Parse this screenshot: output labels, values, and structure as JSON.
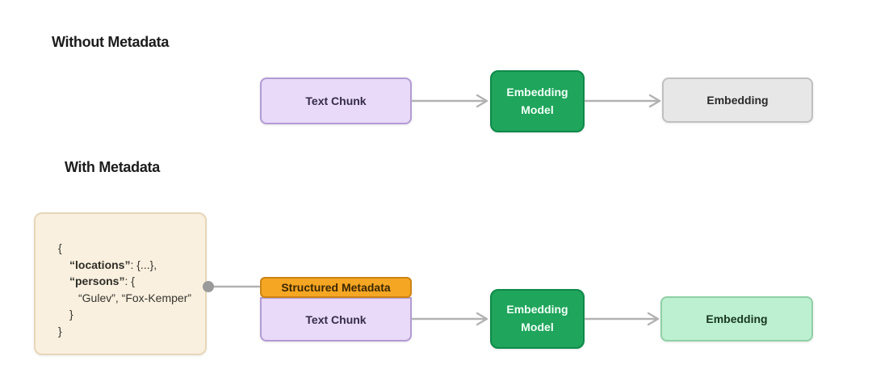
{
  "without_metadata": {
    "title": "Without Metadata",
    "text_chunk_label": "Text Chunk",
    "embedding_model_label": "Embedding Model",
    "embedding_label": "Embedding"
  },
  "with_metadata": {
    "title": "With Metadata",
    "metadata_json": {
      "line1": "{",
      "line2_key": "“locations”",
      "line2_rest": ": {...},",
      "line3_key": "“persons”",
      "line3_rest": ":  {",
      "line4": "“Gulev”, “Fox-Kemper”",
      "line5": "}",
      "line6": "}"
    },
    "structured_metadata_label": "Structured Metadata",
    "text_chunk_label": "Text Chunk",
    "embedding_model_label": "Embedding Model",
    "embedding_label": "Embedding"
  },
  "colors": {
    "text_chunk_fill": "#e8daf8",
    "text_chunk_border": "#b29bd4",
    "embedding_model_fill": "#1fa55c",
    "embedding_model_border": "#0e8a49",
    "embedding_plain_fill": "#e7e7e7",
    "embedding_plain_border": "#c0c0c0",
    "embedding_enriched_fill": "#bdf0d1",
    "embedding_enriched_border": "#90cfa6",
    "structured_metadata_fill": "#f5a623",
    "structured_metadata_border": "#cd8414",
    "metadata_json_fill": "#faf0df",
    "metadata_json_border": "#e7d7b9",
    "arrow": "#b2b2b2",
    "connector_dot": "#9a9a9a"
  }
}
